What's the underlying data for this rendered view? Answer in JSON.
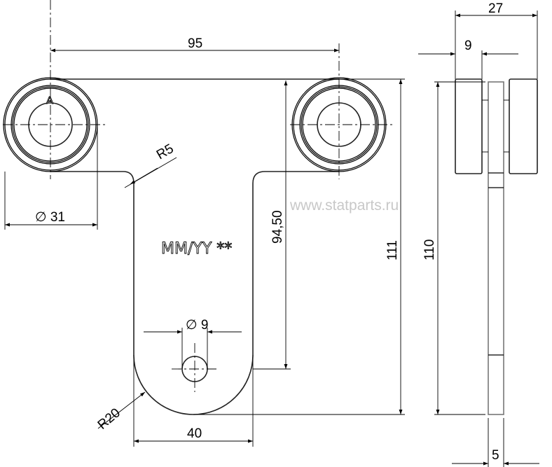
{
  "drawing": {
    "dimensions": {
      "roller_spacing": "95",
      "roller_diameter": "∅ 31",
      "fillet_small": "R5",
      "hole_to_top": "94,50",
      "overall_height": "111",
      "hole_diameter": "∅ 9",
      "bottom_radius": "R20",
      "plate_width": "40",
      "side_overall_width": "27",
      "side_roller_width": "9",
      "side_height": "110",
      "plate_thickness": "5"
    },
    "marking_text": "MM/YY **",
    "roller_label": "A",
    "watermark": "www.statparts.ru"
  }
}
